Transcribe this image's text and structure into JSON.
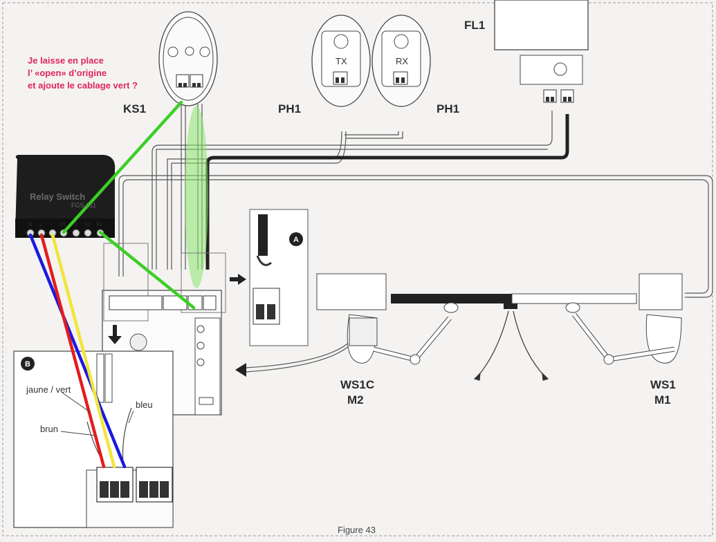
{
  "note": {
    "line1": "Je laisse en place",
    "line2": "l’ «open» d’origine",
    "line3": "et ajoute le cablage vert ?",
    "color": "#e0245e"
  },
  "labels": {
    "ks1": "KS1",
    "ph1_left": "PH1",
    "ph1_right": "PH1",
    "fl1": "FL1",
    "tx": "TX",
    "rx": "RX",
    "ws1c": "WS1C",
    "m2": "M2",
    "ws1": "WS1",
    "m1": "M1",
    "figure": "Figure 43"
  },
  "relay": {
    "name": "Relay Switch",
    "model": "FGS-211",
    "terminals": [
      "N",
      "L",
      "I",
      "O1",
      "2",
      "S2",
      "S1"
    ]
  },
  "inset_a": {
    "badge": "A"
  },
  "inset_b": {
    "badge": "B",
    "wire_yellow_green": "jaune / vert",
    "wire_blue": "bleu",
    "wire_brown": "brun"
  },
  "wire_colors": {
    "green": "#3ccf26",
    "blue": "#1a1adf",
    "red": "#e41c1c",
    "yellow": "#f2e53a"
  }
}
